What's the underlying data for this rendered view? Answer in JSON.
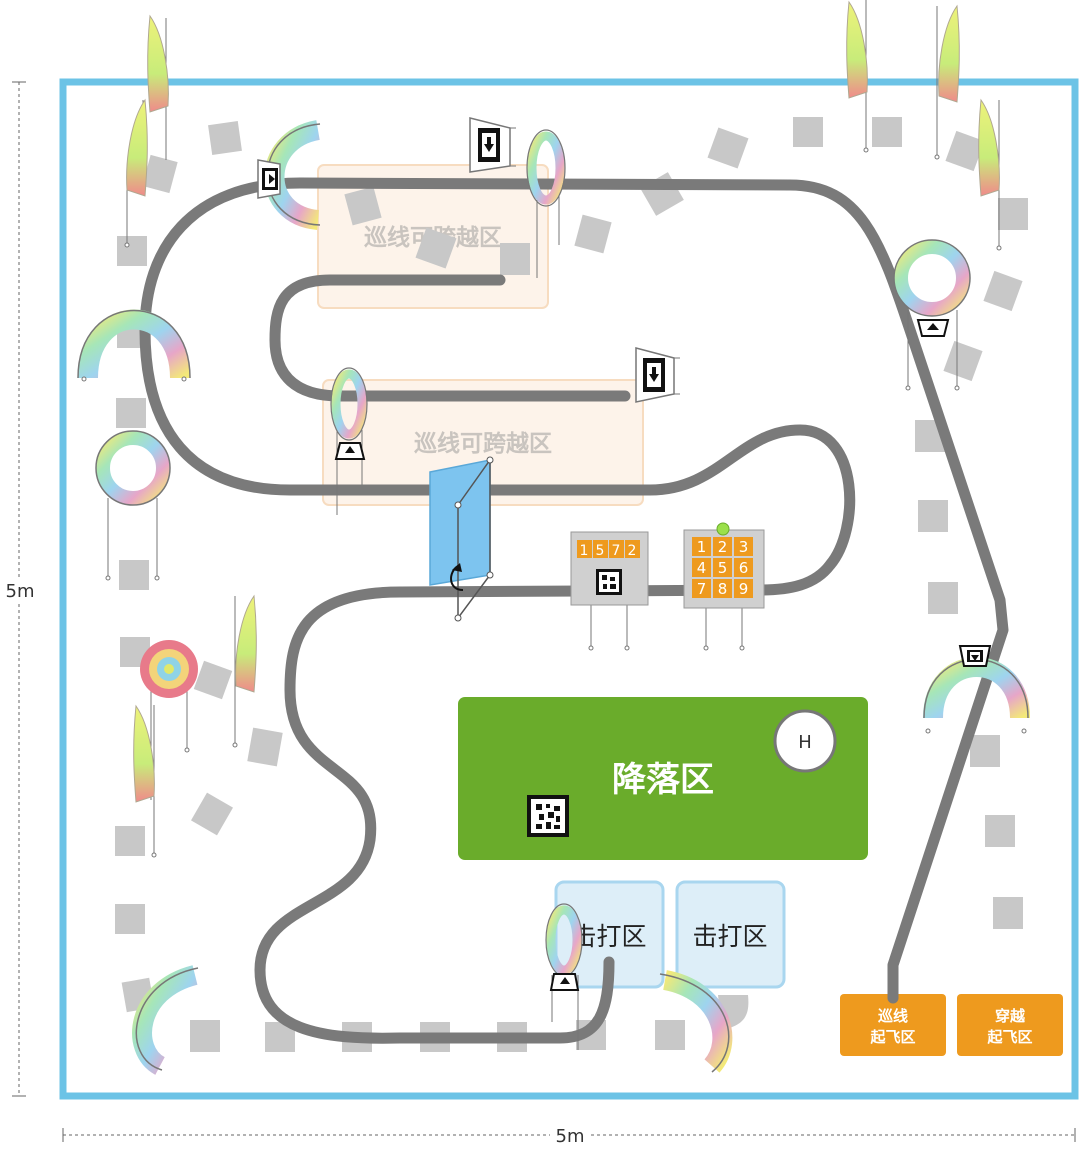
{
  "dimensions": {
    "width_label": "5m",
    "height_label": "5m"
  },
  "zones": {
    "line_cross_zone_1": "巡线可跨越区",
    "line_cross_zone_2": "巡线可跨越区",
    "landing_zone": "降落区",
    "helipad": "H",
    "strike_zone_1": "击打区",
    "strike_zone_2": "击打区"
  },
  "takeoff": {
    "line_takeoff_l1": "巡线",
    "line_takeoff_l2": "起飞区",
    "cross_takeoff_l1": "穿越",
    "cross_takeoff_l2": "起飞区"
  },
  "panels": {
    "code_digits": [
      "1",
      "5",
      "7",
      "2"
    ],
    "keypad": [
      "1",
      "2",
      "3",
      "4",
      "5",
      "6",
      "7",
      "8",
      "9"
    ]
  },
  "colors": {
    "border": "#6cc3e6",
    "track": "#7a7a7a",
    "landing": "#6aac2b",
    "takeoff": "#ee9a1e",
    "crossing_zone_fill": "#fdf3ea",
    "crossing_zone_stroke": "#f7dcc0",
    "strike_fill": "#ddeef8",
    "strike_stroke": "#a9d6ef",
    "keypad_key": "#ee9a1e"
  },
  "icons": [
    "rainbow-ring-icon",
    "rainbow-arch-icon",
    "flag-icon",
    "target-icon",
    "qr-code-icon",
    "arrow-marker-icon",
    "door-icon"
  ]
}
